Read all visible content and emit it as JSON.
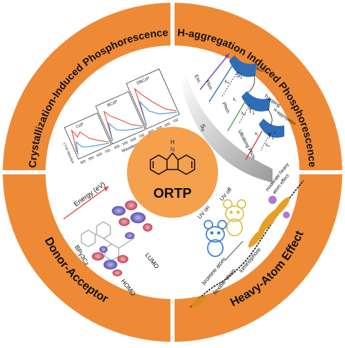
{
  "center": {
    "title": "ORTP",
    "nh_label": "H",
    "n_label": "N"
  },
  "ring_labels": {
    "top_left": "Crystallization-Induced Phosphorescence",
    "top_right": "H-aggregation Induced Phosphorescence",
    "bottom_left": "Donor-Acceptor",
    "bottom_right": "Heavy-Atom Effect"
  },
  "quadrant_tl": {
    "y_axis_label": "Intensity (a.u.)",
    "x_axis_label": "Wavelength (nm)",
    "panels": [
      {
        "label": "CzP",
        "ticks": [
          "400",
          "500",
          "600",
          "700"
        ]
      },
      {
        "label": "BCzP",
        "ticks": [
          "400",
          "500",
          "600",
          "700"
        ]
      },
      {
        "label": "DBCzP",
        "ticks": [
          "400",
          "500",
          "600",
          "700"
        ]
      }
    ]
  },
  "quadrant_tr": {
    "s1": "S",
    "s1_sub": "1",
    "t1": "T",
    "t1_sub": "1",
    "t1star": "T",
    "t1star_sub": "1",
    "t1star_sup": "*",
    "s0": "S",
    "s0_sub": "0",
    "exc": "Exc.",
    "fluo": "Fluo.",
    "kisc": "k",
    "kisc_sub": "ISC",
    "kr": "k",
    "kr_sub": "r",
    "knr": "k",
    "knr_sub": "nr",
    "phos": "Phos.",
    "trapping": "Trapping",
    "h_aggregation": "H-aggregation",
    "ultralong_phos": "Ultralong Phos."
  },
  "quadrant_bl": {
    "energy_label": "Energy (eV)",
    "lumo": "LUMO",
    "homo": "HOMO",
    "molecule": "BPy3Cz"
  },
  "quadrant_br": {
    "uv_on": "UV on",
    "uv_off": "UV off",
    "moderate_heavy_atom": "moderate heavy",
    "moderate_heavy_atom2": "atom effect",
    "bromine_atom": "bromine atom",
    "flexible_chain": "flexible chain",
    "luminophore": "luminophore"
  },
  "colors": {
    "ring_orange": "#ee8a35",
    "center_orange": "#f5a04d",
    "divider_white": "#ffffff",
    "panel_red": "#e8423a",
    "panel_blue": "#3a8fd6"
  }
}
